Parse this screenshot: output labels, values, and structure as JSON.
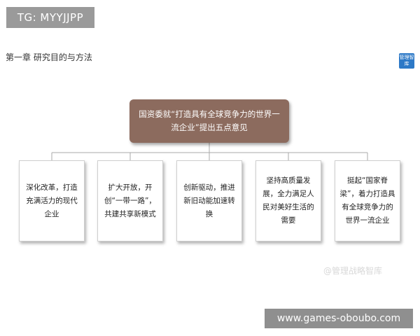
{
  "tg_badge": "TG: MYYJJPP",
  "chapter_title": "第一章  研究目的与方法",
  "logo_text": "管理智库",
  "diagram": {
    "root": "国资委就“打造具有全球竞争力的世界一流企业”提出五点意见",
    "leaves": [
      "深化改革，打造充满活力的现代企业",
      "扩大开放，开创“一带一路”，共建共享新模式",
      "创新驱动，推进新旧动能加速转换",
      "坚持高质量发展，全力满足人民对美好生活的需要",
      "挺起“国家脊梁”，着力打造具有全球竞争力的世界一流企业"
    ]
  },
  "watermark": "@管理战略智库",
  "site_badge": "www.games-oboubo.com",
  "colors": {
    "root_fill": "#8c6b5e",
    "connector": "#a9a9a9"
  }
}
